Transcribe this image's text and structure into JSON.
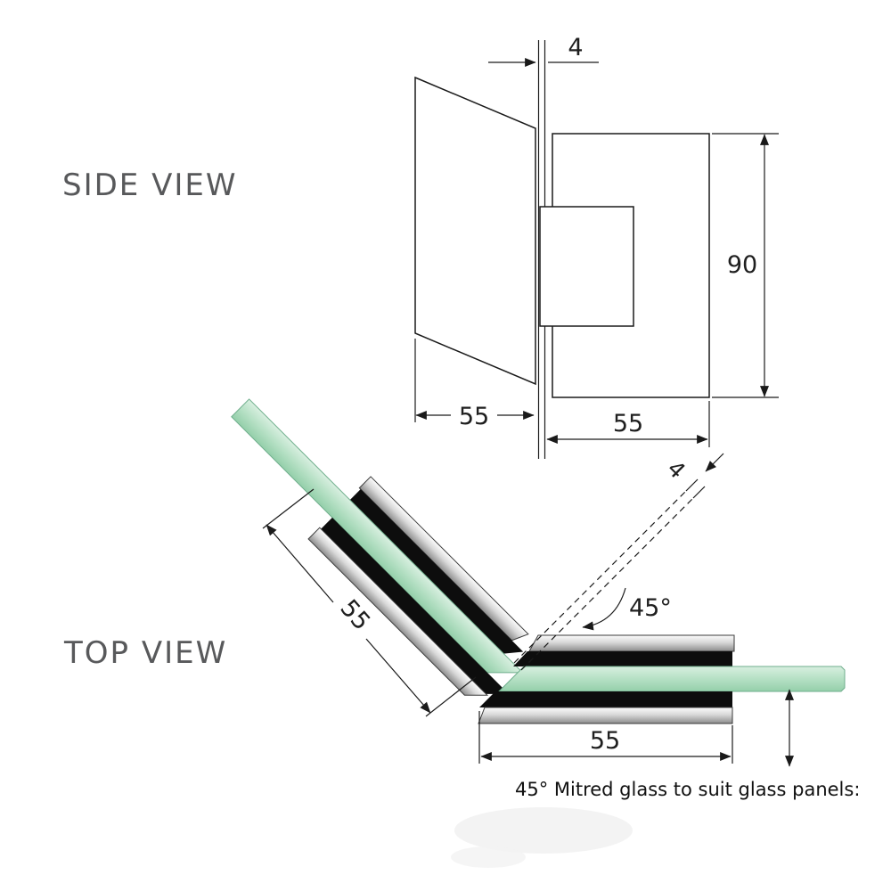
{
  "side_view": {
    "label": "SIDE VIEW",
    "dimensions": {
      "glass_gap": "4",
      "hinge_height": "90",
      "glass_panel_width": "55",
      "hinge_plate_width": "55"
    }
  },
  "top_view": {
    "label": "TOP VIEW",
    "dimensions": {
      "mitre_gap": "4",
      "mitre_angle": "45°",
      "left_plate_width": "55",
      "right_plate_width": "55"
    },
    "caption": "45° Mitred glass to suit glass panels:"
  },
  "colors": {
    "glass_green_light": "#d8efe0",
    "glass_green": "#b5e0c4",
    "glass_green_dark": "#94cfaa",
    "metal_light": "#fdfdfd",
    "metal_mid": "#d8d8d8",
    "metal_dark": "#8c8c8c",
    "gasket_black": "#0d0d0d",
    "label_gray": "#58595b"
  }
}
